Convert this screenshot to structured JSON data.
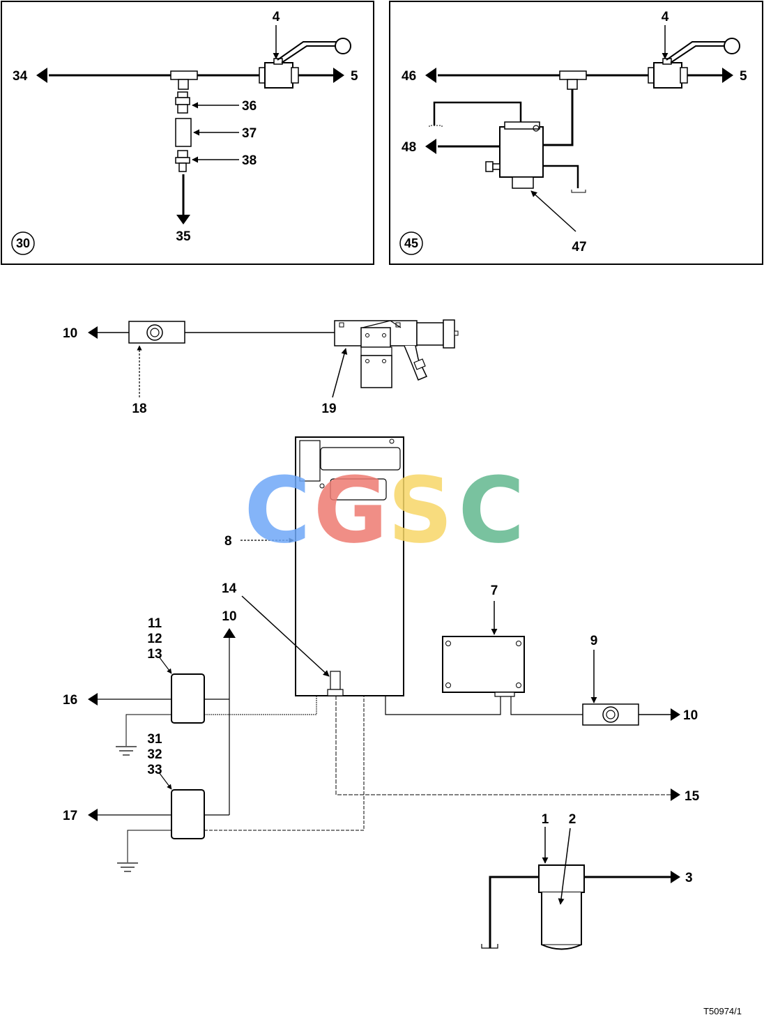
{
  "colors": {
    "line": "#000000",
    "logo_c1": "#6fa8f7",
    "logo_g": "#ee7b72",
    "logo_s": "#f7d768",
    "logo_c2": "#62b88f"
  },
  "panel_left": {
    "number": "30",
    "labels": {
      "valve": "4",
      "out": "5",
      "left": "34",
      "fit36": "36",
      "part37": "37",
      "fit38": "38",
      "down": "35"
    }
  },
  "panel_right": {
    "number": "45",
    "labels": {
      "valve": "4",
      "out": "5",
      "left": "46",
      "left48": "48",
      "valve47": "47"
    }
  },
  "main": {
    "labels": {
      "l10_top": "10",
      "l18": "18",
      "l19": "19",
      "l8": "8",
      "l14": "14",
      "l10_mid": "10",
      "l11": "11",
      "l12": "12",
      "l13": "13",
      "l16": "16",
      "l31": "31",
      "l32": "32",
      "l33": "33",
      "l17": "17",
      "l7": "7",
      "l9": "9",
      "l10_right": "10",
      "l15": "15",
      "l1": "1",
      "l2": "2",
      "l3": "3"
    },
    "figure_ref": "T50974/1"
  },
  "watermark": {
    "text": "CGSC",
    "letters": [
      "C",
      "G",
      "S",
      "C"
    ]
  }
}
